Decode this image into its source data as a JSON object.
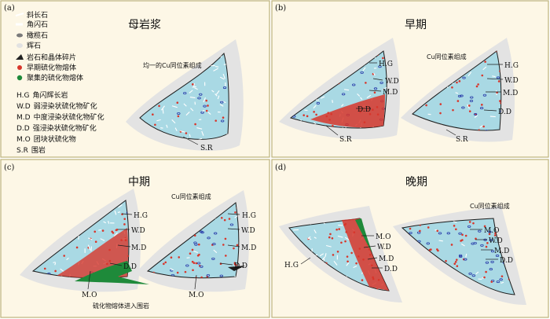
{
  "panels": {
    "a": {
      "label": "(a)",
      "title": "母岩浆",
      "note": "均一的Cu同位素组成",
      "sr": "S.R"
    },
    "b": {
      "label": "(b)",
      "title": "早期",
      "note": "Cu同位素组成",
      "left_labels": {
        "hg": "H.G",
        "wd": "W.D",
        "md": "M.D",
        "dd": "D.D",
        "sr": "S.R"
      },
      "right_labels": {
        "hg": "H.G",
        "wd": "W.D",
        "md": "M.D",
        "dd": "D.D",
        "sr": "S.R"
      }
    },
    "c": {
      "label": "(c)",
      "title": "中期",
      "note": "Cu同位素组成",
      "intrusion": "硫化物熔体进入围岩",
      "left_labels": {
        "hg": "H.G",
        "wd": "W.D",
        "md": "M.D",
        "dd": "D.D",
        "mo": "M.O"
      },
      "right_labels": {
        "hg": "H.G",
        "wd": "W.D",
        "md": "M.D",
        "dd": "D.D",
        "mo": "M.O"
      }
    },
    "d": {
      "label": "(d)",
      "title": "晚期",
      "note": "Cu同位素组成",
      "left_labels": {
        "hg": "H.G",
        "mo": "M.O",
        "wd": "W.D",
        "md": "M.D",
        "dd": "D.D"
      },
      "right_labels": {
        "mo": "M.O",
        "wd": "W.D",
        "md": "M.D",
        "dd": "D.D"
      }
    }
  },
  "legend": {
    "items": [
      {
        "symbol": "plagioclase",
        "text": "斜长石"
      },
      {
        "symbol": "hornblende",
        "text": "角闪石"
      },
      {
        "symbol": "olivine",
        "text": "橄榄石"
      },
      {
        "symbol": "pyroxene",
        "text": "辉石"
      },
      {
        "symbol": "wallrock",
        "text": "岩石和晶体碎片"
      },
      {
        "symbol": "early-sulfide",
        "text": "早期硫化物熔体"
      },
      {
        "symbol": "accumulated-sulfide",
        "text": "聚集的硫化物熔体"
      }
    ],
    "abbreviations": [
      {
        "abbr": "H.G",
        "text": "角闪辉长岩"
      },
      {
        "abbr": "W.D",
        "text": "弱浸染状硫化物矿化"
      },
      {
        "abbr": "M.D",
        "text": "中度浸染状硫化物矿化"
      },
      {
        "abbr": "D.D",
        "text": "强浸染状硫化物矿化"
      },
      {
        "abbr": "M.O",
        "text": "团块状硫化物"
      },
      {
        "abbr": "S.R",
        "text": "围岩"
      }
    ]
  },
  "colors": {
    "panel_bg": "#fdf7e6",
    "border": "#bdb27a",
    "halo": "#e3e3e3",
    "magma": "#a9d9e4",
    "outline": "#1b1b1b",
    "sulfide": "#d8362b",
    "massive": "#1e8a3a",
    "blue_ox": "#2437a8",
    "white": "#ffffff"
  }
}
